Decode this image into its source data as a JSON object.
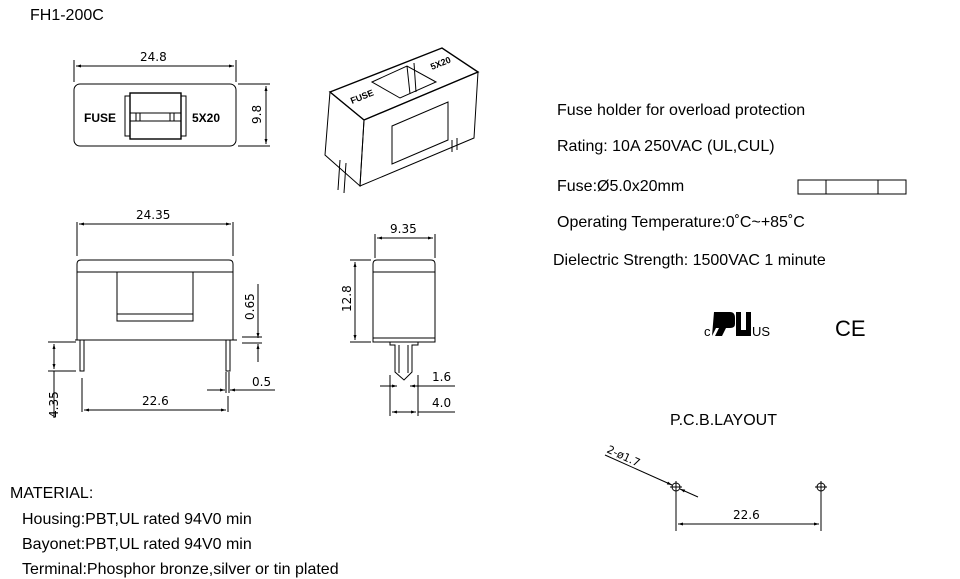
{
  "title": "FH1-200C",
  "top_view": {
    "width_dim": "24.8",
    "height_dim": "9.8",
    "mark_left": "FUSE",
    "mark_right": "5X20"
  },
  "front_view": {
    "width_dim": "24.35",
    "gap_dim": "0.65",
    "pin_width_dim": "0.5",
    "pin_pitch_dim": "22.6",
    "pin_length_dim": "4.35"
  },
  "side_view": {
    "width_dim": "9.35",
    "height_dim": "12.8",
    "pin_dim_a": "1.6",
    "pin_dim_b": "4.0"
  },
  "specs": [
    "Fuse holder for overload protection",
    "Rating: 10A 250VAC (UL,CUL)",
    "Fuse:Ø5.0x20mm",
    "Operating Temperature:0˚C~+85˚C",
    "Dielectric Strength: 1500VAC 1 minute"
  ],
  "certifications": {
    "ul_prefix": "c",
    "ul_suffix": "US",
    "ce": "CE"
  },
  "pcb_layout": {
    "title": "P.C.B.LAYOUT",
    "hole_label": "2-ø1.7",
    "pitch_dim": "22.6"
  },
  "material": {
    "title": "MATERIAL:",
    "items": [
      "Housing:PBT,UL rated 94V0 min",
      "Bayonet:PBT,UL rated 94V0 min",
      "Terminal:Phosphor bronze,silver or tin plated"
    ]
  }
}
